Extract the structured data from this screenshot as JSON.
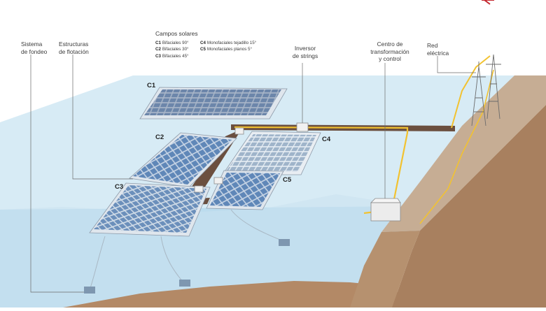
{
  "labels": {
    "sistema_fondeo": [
      "Sistema",
      "de fondeo"
    ],
    "estructuras_flotacion": [
      "Estructuras",
      "de flotación"
    ],
    "inversor": [
      "Inversor",
      "de strings"
    ],
    "centro": [
      "Centro de",
      "transformación",
      "y control"
    ],
    "red": [
      "Red",
      "eléctrica"
    ]
  },
  "legend": {
    "title": "Campos solares",
    "left": [
      {
        "code": "C1",
        "text": "Bifaciales 90°"
      },
      {
        "code": "C2",
        "text": "Bifaciales 30°"
      },
      {
        "code": "C3",
        "text": "Bifaciales 45°"
      }
    ],
    "right": [
      {
        "code": "C4",
        "text": "Monofaciales tejadillo 15°"
      },
      {
        "code": "C5",
        "text": "Monofaciales planos 5°"
      }
    ]
  },
  "field_codes": {
    "c1": "C1",
    "c2": "C2",
    "c3": "C3",
    "c4": "C4",
    "c5": "C5"
  },
  "colors": {
    "water_surface": "#d7ebf5",
    "water_deep": "#bcdcee",
    "earth_top": "#c6ad94",
    "earth_side": "#a8805f",
    "walkway": "#6b4f3f",
    "cable": "#f2c230",
    "panel": "#5f87b8",
    "brand": "#c4272f"
  }
}
